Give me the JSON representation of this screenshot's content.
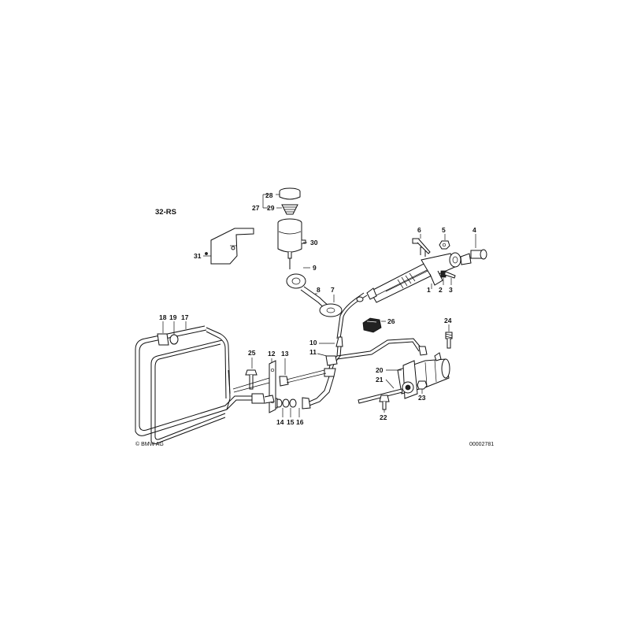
{
  "diagram": {
    "group_code": "32-RS",
    "copyright": "© BMW AG",
    "drawing_number": "00002781",
    "callouts": [
      "1",
      "2",
      "3",
      "4",
      "5",
      "6",
      "7",
      "8",
      "9",
      "10",
      "11",
      "12",
      "13",
      "14",
      "15",
      "16",
      "17",
      "18",
      "19",
      "20",
      "21",
      "22",
      "23",
      "24",
      "25",
      "26",
      "27",
      "28",
      "29",
      "30",
      "31"
    ]
  }
}
